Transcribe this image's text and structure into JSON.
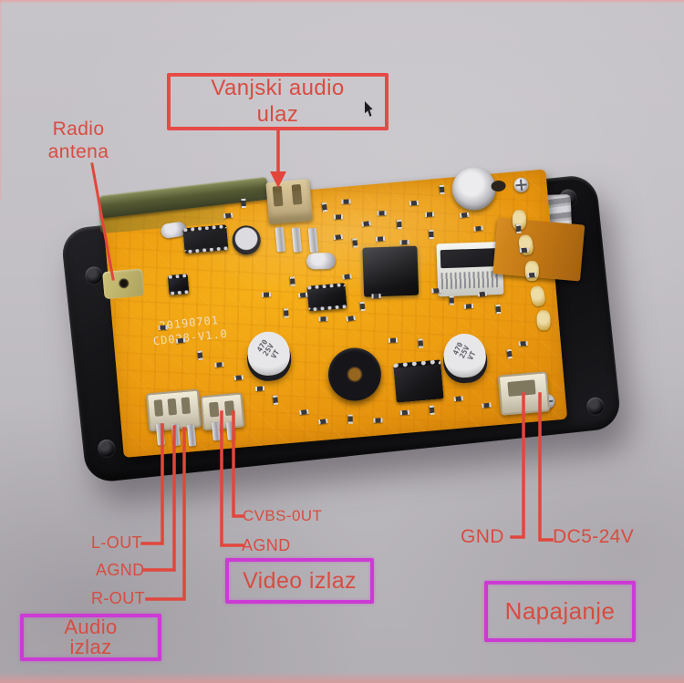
{
  "colors": {
    "annotation_red": "#d84c41",
    "line_red": "#e2463c",
    "red_box_border": "#e64a45",
    "magenta_box_border": "#cb3bd4",
    "pcb_orange": "#ec9c10",
    "frame_black": "#17171a",
    "background_gray": "#c0bdc2"
  },
  "board": {
    "silkscreen_line1": "20190701",
    "silkscreen_line2": "CD028-V1.0",
    "capacitor_label": "470\n25V\nVT"
  },
  "annotations": {
    "external_audio_input_box": "Vanjski audio\nulaz",
    "radio_antenna_label": "Radio\nantena",
    "audio_pins": {
      "l_out": "L-OUT",
      "agnd": "AGND",
      "r_out": "R-OUT"
    },
    "video_pins": {
      "cvbs": "CVBS-0UT",
      "agnd": "AGND"
    },
    "power_pins": {
      "gnd": "GND",
      "dc": "DC5-24V"
    },
    "video_output_box": "Video izlaz",
    "audio_output_box": "Audio\nizlaz",
    "power_box": "Napajanje"
  }
}
